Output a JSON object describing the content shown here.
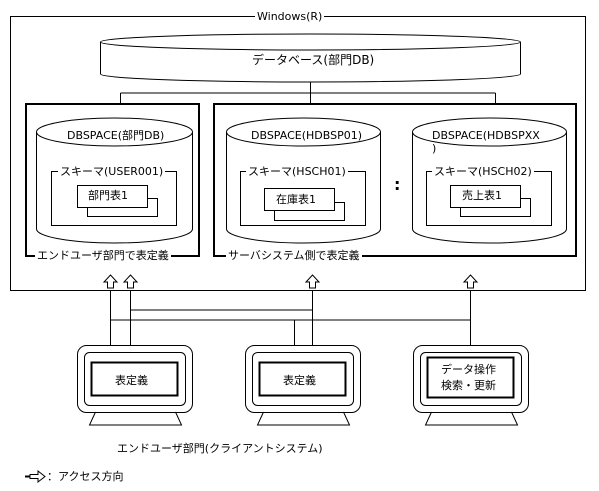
{
  "system": {
    "title": "Windows(R)"
  },
  "database": {
    "label": "データベース(部門DB)"
  },
  "dbspaces": [
    {
      "label": "DBSPACE(部門DB)",
      "schema": "スキーマ(USER001)",
      "table": "部門表1"
    },
    {
      "label": "DBSPACE(HDBSP01)",
      "schema": "スキーマ(HSCH01)",
      "table": "在庫表1"
    },
    {
      "label": "DBSPACE(HDBSPXX",
      "label_cont": ")",
      "schema": "スキーマ(HSCH02)",
      "table": "売上表1"
    }
  ],
  "ellipsis": ":",
  "groups": {
    "end_user": "エンドユーザ部門で表定義",
    "server": "サーバシステム側で表定義"
  },
  "terminals": [
    {
      "text": "表定義"
    },
    {
      "text": "表定義"
    },
    {
      "line1": "データ操作",
      "line2": "検索・更新"
    }
  ],
  "clients_caption": "エンドユーザ部門(クライアントシステム)",
  "legend": {
    "text": "：アクセス方向"
  }
}
